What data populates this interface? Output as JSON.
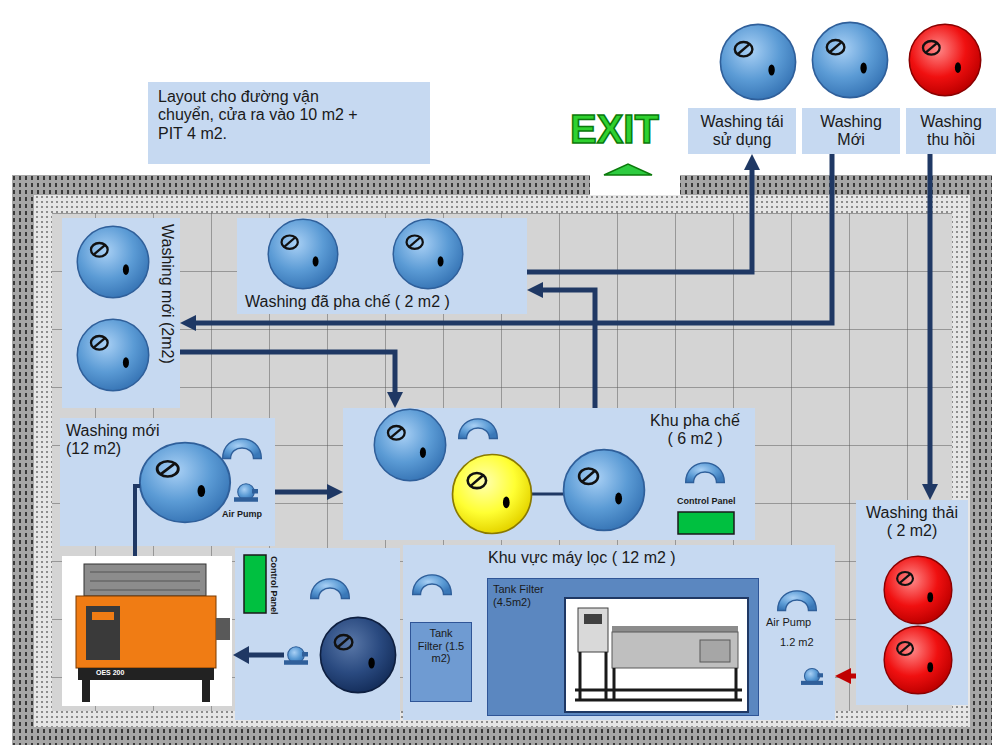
{
  "diagram": {
    "nodes": [
      {
        "text": [
          "Layout cho đường vận chuyển, cửa ra vào 10 m2 + PIT 4 m2."
        ]
      },
      {
        "text": [
          "Washing tái sử dụng"
        ]
      },
      {
        "text": [
          "Washing Mới"
        ]
      },
      {
        "text": [
          "Washing thu hồi"
        ]
      },
      {
        "text": [
          "Washing đã pha chế ( 2 m2 )"
        ]
      },
      {
        "text": [
          "Washing mới (2m2)"
        ]
      },
      {
        "text": [
          "Washing mới (12 m2)"
        ]
      },
      {
        "text": [
          "Khu pha chế ( 6 m2 )"
        ]
      },
      {
        "text": [
          "Washing thải ( 2 m2)"
        ]
      },
      {
        "text": [
          "Khu vực máy lọc ( 12 m2 )"
        ]
      },
      {
        "text": [
          "Tank Filter (1.5 m2)"
        ],
        "in": 9
      },
      {
        "text": [
          "Tank Filter (4.5m2)"
        ],
        "in": 9
      }
    ],
    "edges": [
      {
        "from": 4,
        "to": 1,
        "arrow": "to"
      },
      {
        "from": 2,
        "to": 5,
        "arrow": "to"
      },
      {
        "from": 3,
        "to": 8,
        "arrow": "to"
      },
      {
        "from": 5,
        "to": 7,
        "arrow": "to"
      },
      {
        "from": 7,
        "to": 4,
        "arrow": "to"
      },
      {
        "from": 6,
        "to": 7,
        "arrow": "to"
      },
      {
        "from": 8,
        "to": 9,
        "arrow": "to"
      }
    ],
    "labels": [
      "EXIT",
      "Air Pump",
      "Control Panel",
      "Control Panel",
      "Air Pump",
      "1.2 m2",
      "OES 200"
    ]
  }
}
